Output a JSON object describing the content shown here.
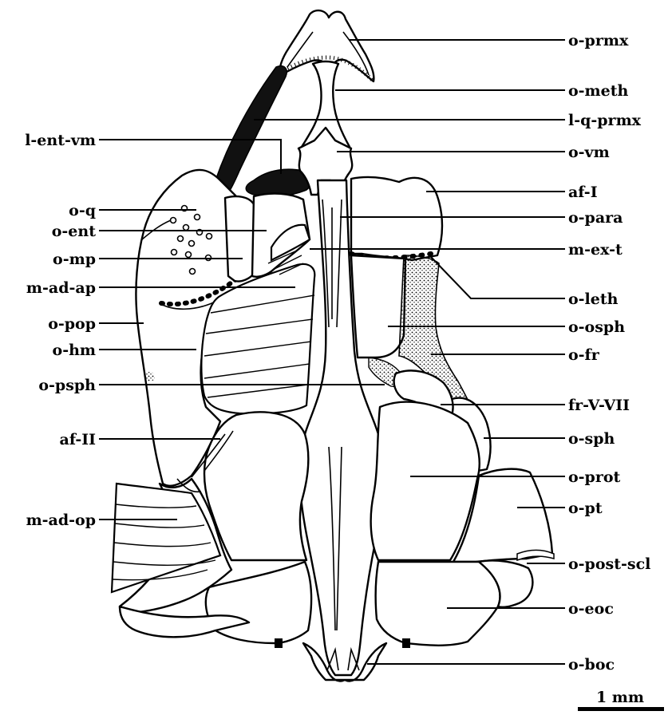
{
  "labels_right": {
    "o_prmx": "o-prmx",
    "o_meth": "o-meth",
    "l_q_prmx": "l-q-prmx",
    "o_vm": "o-vm",
    "af_I": "af-I",
    "o_para": "o-para",
    "m_ex_t": "m-ex-t",
    "o_leth": "o-leth",
    "o_osph": "o-osph",
    "o_fr": "o-fr",
    "fr_V_VII": "fr-V-VII",
    "o_sph": "o-sph",
    "o_prot": "o-prot",
    "o_pt": "o-pt",
    "o_post_scl": "o-post-scl",
    "o_eoc": "o-eoc",
    "o_boc": "o-boc"
  },
  "labels_left": {
    "l_ent_vm": "l-ent-vm",
    "o_q": "o-q",
    "o_ent": "o-ent",
    "o_mp": "o-mp",
    "m_ad_ap": "m-ad-ap",
    "o_pop": "o-pop",
    "o_hm": "o-hm",
    "o_psph": "o-psph",
    "af_II": "af-II",
    "m_ad_op": "m-ad-op"
  },
  "scale_bar": {
    "label": "1 mm"
  }
}
